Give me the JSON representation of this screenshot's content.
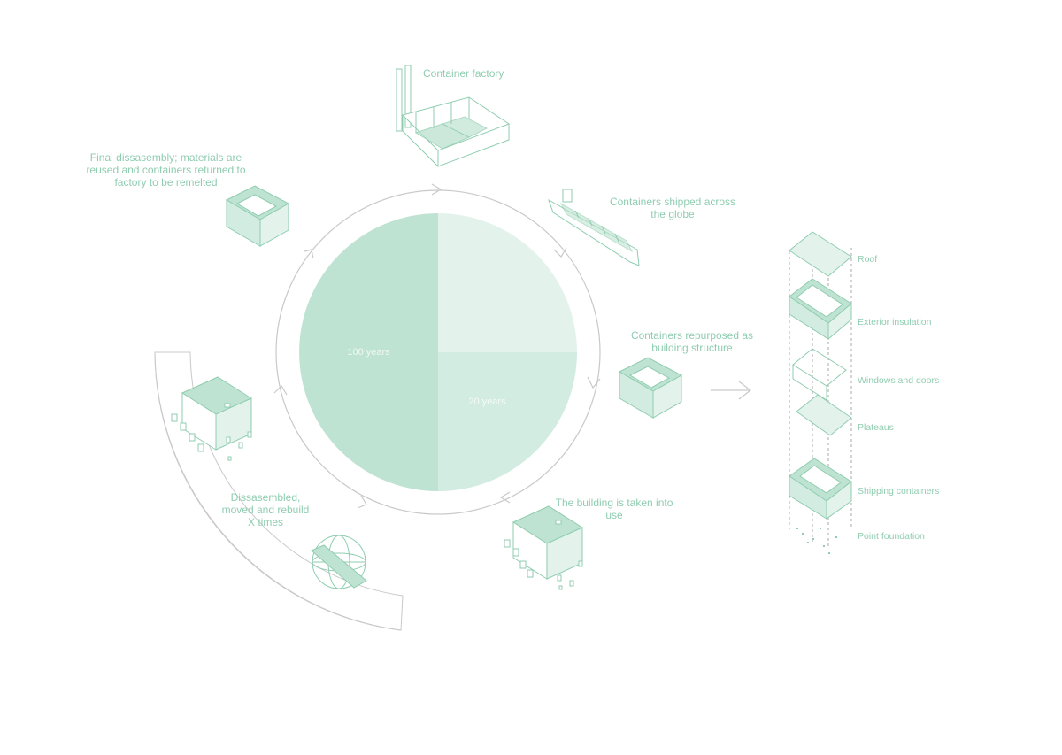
{
  "colors": {
    "accent": "#8fcdb0",
    "accent_fill": "#bfe3d2",
    "line": "#c9c9c9"
  },
  "cycle": {
    "factory": "Container factory",
    "shipped_line1": "Containers shipped across",
    "shipped_line2": "the globe",
    "repurposed_line1": "Containers repurposed as",
    "repurposed_line2": "building structure",
    "taken_into_use_line1": "The building is taken into",
    "taken_into_use_line2": "use",
    "rebuild_line1": "Dissasembled,",
    "rebuild_line2": "moved and rebuild",
    "rebuild_line3": "X times",
    "final_line1": "Final dissasembly; materials are",
    "final_line2": "reused and containers returned to",
    "final_line3": "factory to  be remelted"
  },
  "components": {
    "roof": "Roof",
    "exterior_insulation": "Exterior insulation",
    "windows_doors": "Windows and doors",
    "plateaus": "Plateaus",
    "shipping_containers": "Shipping containers",
    "point_foundation": "Point foundation"
  },
  "chart_data": {
    "type": "pie",
    "slices": [
      {
        "label": "",
        "value": 25,
        "color": "#e3f3ec"
      },
      {
        "label": "20 years",
        "value": 25,
        "color": "#d3ece1"
      },
      {
        "label": "100 years",
        "value": 50,
        "color": "#bfe3d2"
      }
    ]
  }
}
